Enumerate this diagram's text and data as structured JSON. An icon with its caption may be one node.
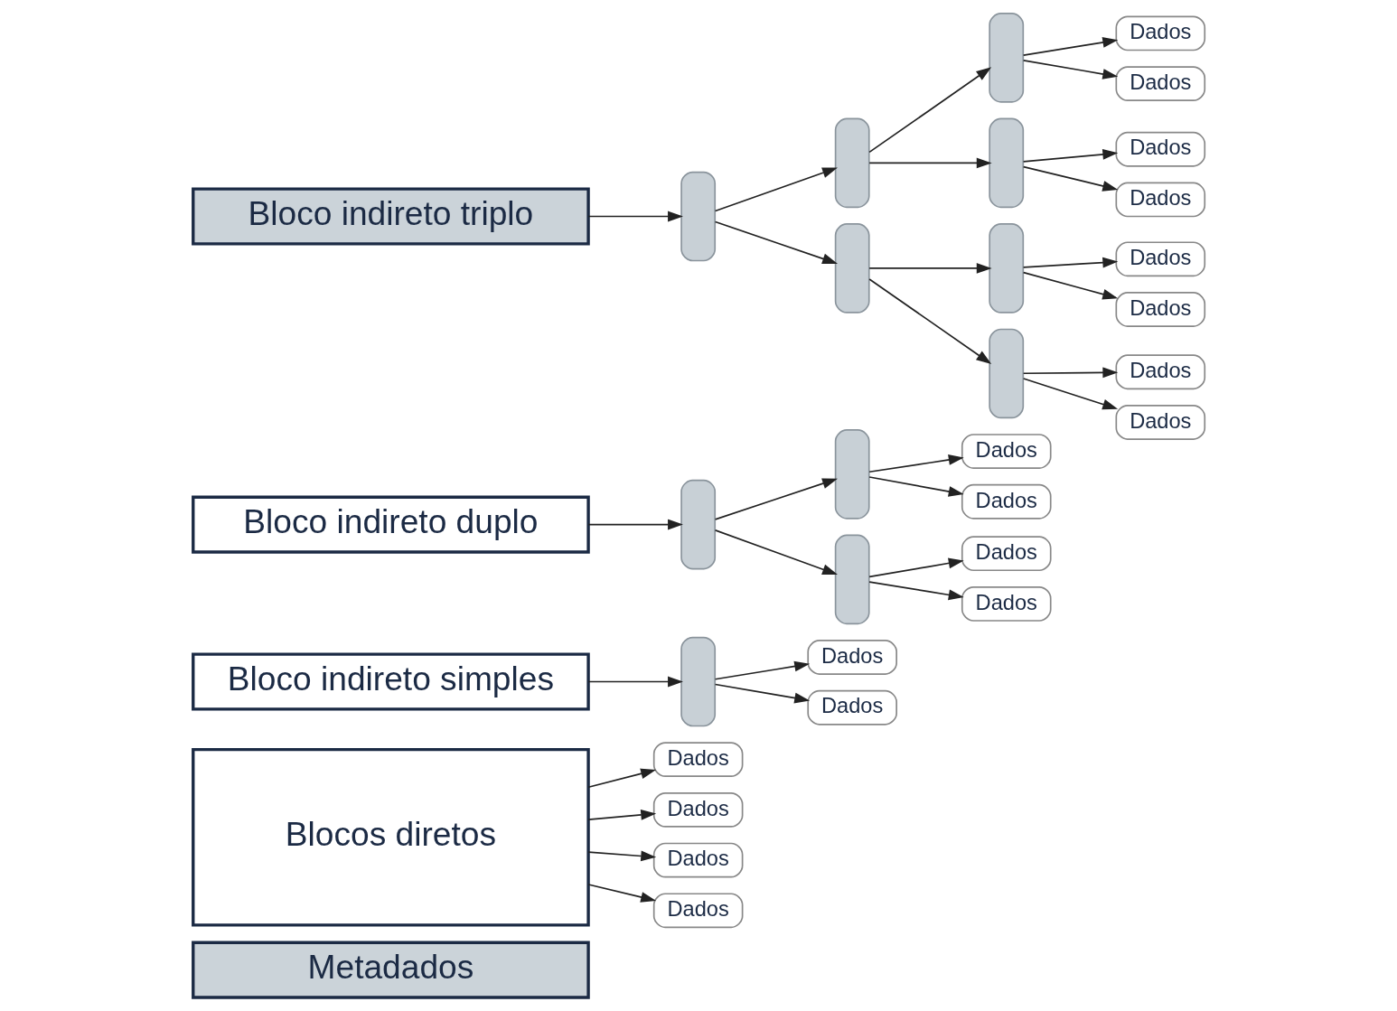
{
  "diagram": {
    "nodes": [
      {
        "text": [
          "Metadados"
        ]
      },
      {
        "text": [
          "Blocos diretos"
        ]
      },
      {
        "text": [
          "Bloco indireto simples"
        ]
      },
      {
        "text": [
          "Bloco indireto duplo"
        ]
      },
      {
        "text": [
          "Bloco indireto triplo"
        ]
      },
      {
        "text": [
          "Dados"
        ]
      },
      {
        "text": [
          "Dados"
        ]
      },
      {
        "text": [
          "Dados"
        ]
      },
      {
        "text": [
          "Dados"
        ]
      },
      {
        "text": [],
        "shape": "box"
      },
      {
        "text": [
          "Dados"
        ]
      },
      {
        "text": [
          "Dados"
        ]
      },
      {
        "text": [],
        "shape": "box"
      },
      {
        "text": [],
        "shape": "box"
      },
      {
        "text": [
          "Dados"
        ]
      },
      {
        "text": [
          "Dados"
        ]
      },
      {
        "text": [],
        "shape": "box"
      },
      {
        "text": [
          "Dados"
        ]
      },
      {
        "text": [
          "Dados"
        ]
      },
      {
        "text": [],
        "shape": "box"
      },
      {
        "text": [],
        "shape": "box"
      },
      {
        "text": [],
        "shape": "box"
      },
      {
        "text": [
          "Dados"
        ]
      },
      {
        "text": [
          "Dados"
        ]
      },
      {
        "text": [],
        "shape": "box"
      },
      {
        "text": [
          "Dados"
        ]
      },
      {
        "text": [
          "Dados"
        ]
      },
      {
        "text": [],
        "shape": "box"
      },
      {
        "text": [],
        "shape": "box"
      },
      {
        "text": [
          "Dados"
        ]
      },
      {
        "text": [
          "Dados"
        ]
      },
      {
        "text": [],
        "shape": "box"
      },
      {
        "text": [
          "Dados"
        ]
      },
      {
        "text": [
          "Dados"
        ]
      }
    ],
    "edges": [
      {
        "from": 1,
        "to": 5,
        "arrow": "to"
      },
      {
        "from": 1,
        "to": 6,
        "arrow": "to"
      },
      {
        "from": 1,
        "to": 7,
        "arrow": "to"
      },
      {
        "from": 1,
        "to": 8,
        "arrow": "to"
      },
      {
        "from": 2,
        "to": 9,
        "arrow": "to"
      },
      {
        "from": 9,
        "to": 10,
        "arrow": "to"
      },
      {
        "from": 9,
        "to": 11,
        "arrow": "to"
      },
      {
        "from": 3,
        "to": 12,
        "arrow": "to"
      },
      {
        "from": 12,
        "to": 13,
        "arrow": "to"
      },
      {
        "from": 12,
        "to": 16,
        "arrow": "to"
      },
      {
        "from": 13,
        "to": 14,
        "arrow": "to"
      },
      {
        "from": 13,
        "to": 15,
        "arrow": "to"
      },
      {
        "from": 16,
        "to": 17,
        "arrow": "to"
      },
      {
        "from": 16,
        "to": 18,
        "arrow": "to"
      },
      {
        "from": 4,
        "to": 19,
        "arrow": "to"
      },
      {
        "from": 19,
        "to": 20,
        "arrow": "to"
      },
      {
        "from": 19,
        "to": 27,
        "arrow": "to"
      },
      {
        "from": 20,
        "to": 21,
        "arrow": "to"
      },
      {
        "from": 20,
        "to": 24,
        "arrow": "to"
      },
      {
        "from": 21,
        "to": 22,
        "arrow": "to"
      },
      {
        "from": 21,
        "to": 23,
        "arrow": "to"
      },
      {
        "from": 24,
        "to": 25,
        "arrow": "to"
      },
      {
        "from": 24,
        "to": 26,
        "arrow": "to"
      },
      {
        "from": 27,
        "to": 28,
        "arrow": "to"
      },
      {
        "from": 27,
        "to": 31,
        "arrow": "to"
      },
      {
        "from": 28,
        "to": 29,
        "arrow": "to"
      },
      {
        "from": 28,
        "to": 30,
        "arrow": "to"
      },
      {
        "from": 31,
        "to": 32,
        "arrow": "to"
      },
      {
        "from": 31,
        "to": 33,
        "arrow": "to"
      }
    ]
  }
}
